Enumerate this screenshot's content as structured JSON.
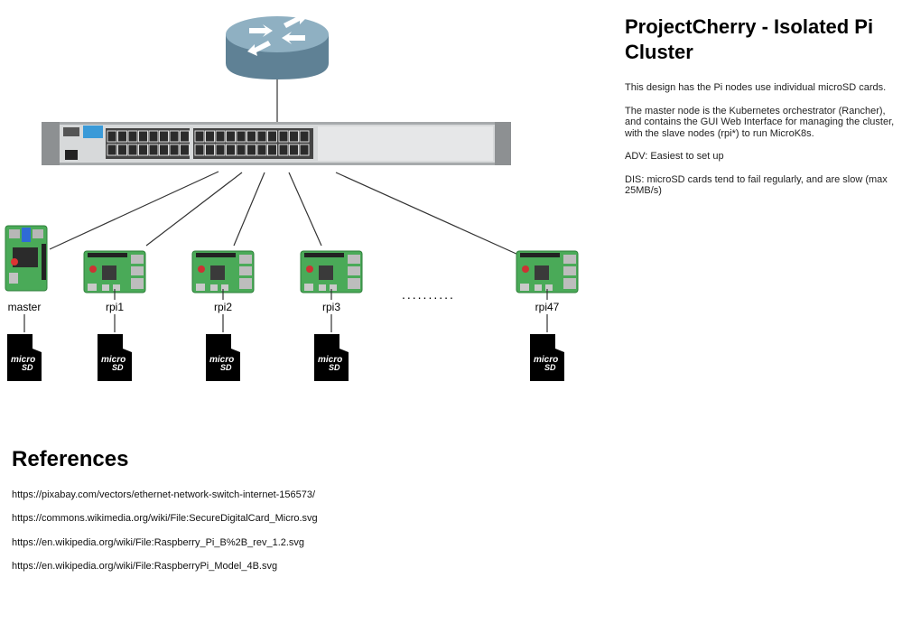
{
  "title": "ProjectCherry - Isolated Pi Cluster",
  "description": [
    "This design has the Pi nodes use individual microSD cards.",
    "The master node is the Kubernetes orchestrator (Rancher), and contains the GUI Web Interface for managing the cluster, with the slave nodes (rpi*) to run MicroK8s.",
    "ADV: Easiest to set up",
    "DIS: microSD cards tend to fail regularly, and are slow (max 25MB/s)"
  ],
  "nodes": [
    {
      "label": "master",
      "type": "raspberry-pi-b-plus"
    },
    {
      "label": "rpi1",
      "type": "raspberry-pi-4b"
    },
    {
      "label": "rpi2",
      "type": "raspberry-pi-4b"
    },
    {
      "label": "rpi3",
      "type": "raspberry-pi-4b"
    },
    {
      "label": "rpi47",
      "type": "raspberry-pi-4b"
    }
  ],
  "ellipsis": "..........",
  "sd_card_text": "micro SD",
  "references": {
    "title": "References",
    "links": [
      "https://pixabay.com/vectors/ethernet-network-switch-internet-156573/",
      "https://commons.wikimedia.org/wiki/File:SecureDigitalCard_Micro.svg",
      "https://en.wikipedia.org/wiki/File:Raspberry_Pi_B%2B_rev_1.2.svg",
      "https://en.wikipedia.org/wiki/File:RaspberryPi_Model_4B.svg"
    ]
  },
  "icons": {
    "router": "router-icon",
    "switch": "network-switch-icon",
    "pi": "raspberry-pi-icon",
    "sd": "microsd-card-icon"
  },
  "colors": {
    "router_body": "#6e8fa3",
    "switch_body": "#c9cbcc",
    "pi_board": "#3aa04a",
    "sd_card": "#000000"
  }
}
